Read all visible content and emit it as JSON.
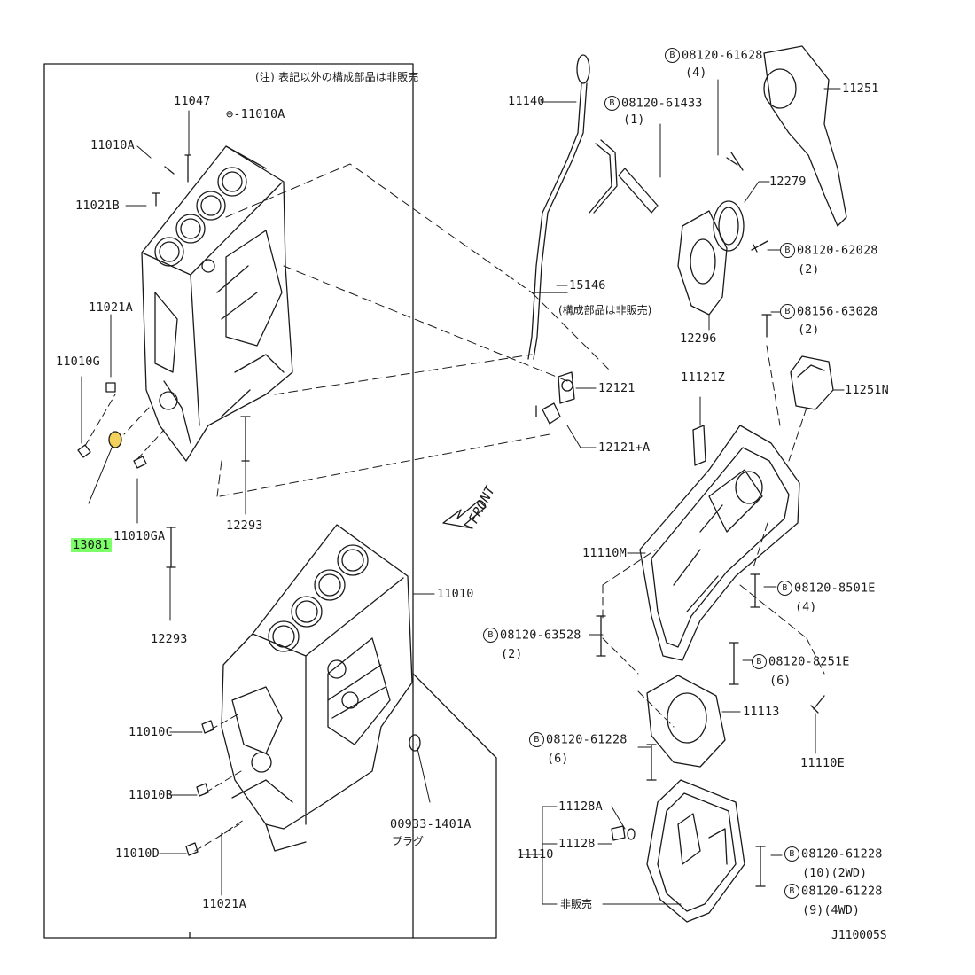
{
  "note": "(注) 表記以外の構成部品は非販売",
  "diagram_ref": "J110005S",
  "front_label": "FRONT",
  "colors": {
    "line": "#1a1a1a",
    "highlight": "#7dff6a"
  },
  "labels": {
    "p11047": "11047",
    "p11010A_bolt": "11010A",
    "p11010A": "11010A",
    "p11021B": "11021B",
    "p11021A_top": "11021A",
    "p11010G": "11010G",
    "p13081": "13081",
    "p11010GA": "11010GA",
    "p12293_a": "12293",
    "p12293_b": "12293",
    "p11010": "11010",
    "p11010C": "11010C",
    "p11010B": "11010B",
    "p11010D": "11010D",
    "p11021A_bot": "11021A",
    "p00933": "00933-1401A",
    "p00933_sub": "プラグ",
    "p11140": "11140",
    "p08120_61433": "08120-61433",
    "p08120_61433_q": "(1)",
    "p15146": "15146",
    "p15146_sub": "(構成部品は非販売)",
    "p12121": "12121",
    "p12121A": "12121+A",
    "p08120_61628": "08120-61628",
    "p08120_61628_q": "(4)",
    "p11251": "11251",
    "p12279": "12279",
    "p08120_62028": "08120-62028",
    "p08120_62028_q": "(2)",
    "p12296": "12296",
    "p08156_63028": "08156-63028",
    "p08156_63028_q": "(2)",
    "p11121Z": "11121Z",
    "p11251N": "11251N",
    "p11110M": "11110M",
    "p08120_8501E": "08120-8501E",
    "p08120_8501E_q": "(4)",
    "p08120_63528": "08120-63528",
    "p08120_63528_q": "(2)",
    "p08120_8251E": "08120-8251E",
    "p08120_8251E_q": "(6)",
    "p11113": "11113",
    "p11110E": "11110E",
    "p08120_61228_a": "08120-61228",
    "p08120_61228_a_q": "(6)",
    "p11128A": "11128A",
    "p11110": "11110",
    "p11128": "11128",
    "p08120_61228_b": "08120-61228",
    "p08120_61228_b_q": "(10)(2WD)",
    "p08120_61228_c": "08120-61228",
    "p08120_61228_c_q": "(9)(4WD)",
    "not_sold": "非販売",
    "bolt_symbol": "B"
  }
}
